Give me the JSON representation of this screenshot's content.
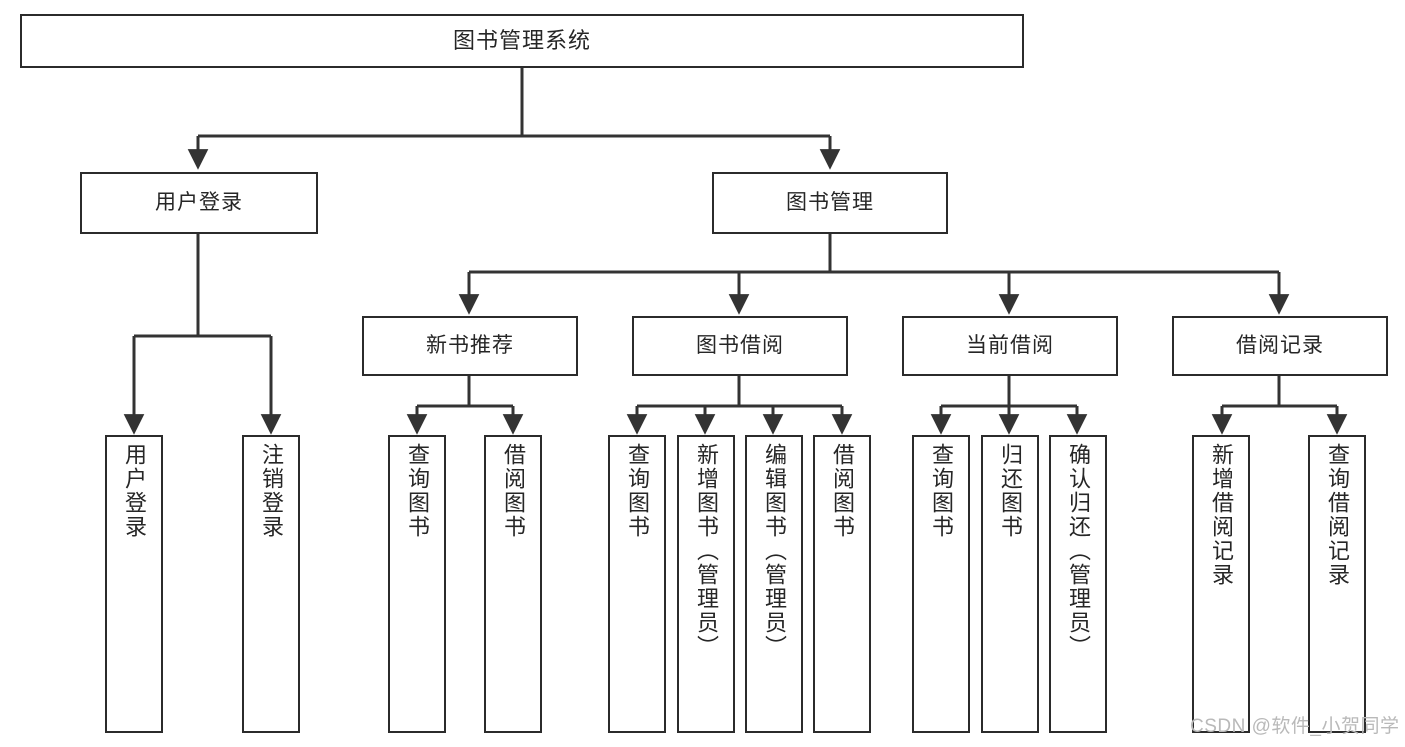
{
  "diagram": {
    "title": "图书管理系统",
    "type": "hierarchy-tree",
    "watermark": "CSDN @软件_小贺同学",
    "colors": {
      "box_border": "#2b2b2b",
      "box_fill": "#ffffff",
      "connector": "#333333",
      "text": "#262626",
      "watermark": "#b9b9b9"
    },
    "nodes": {
      "root": {
        "label": "图书管理系统"
      },
      "level2": [
        {
          "label": "用户登录"
        },
        {
          "label": "图书管理"
        }
      ],
      "level3": [
        {
          "label": "新书推荐"
        },
        {
          "label": "图书借阅"
        },
        {
          "label": "当前借阅"
        },
        {
          "label": "借阅记录"
        }
      ],
      "leaves_user_login": [
        {
          "label": "用户登录"
        },
        {
          "label": "注销登录"
        }
      ],
      "leaves_new_book": [
        {
          "label": "查询图书"
        },
        {
          "label": "借阅图书"
        }
      ],
      "leaves_borrow": [
        {
          "label": "查询图书"
        },
        {
          "label": "新增图书（管理员）"
        },
        {
          "label": "编辑图书（管理员）"
        },
        {
          "label": "借阅图书"
        }
      ],
      "leaves_current": [
        {
          "label": "查询图书"
        },
        {
          "label": "归还图书"
        },
        {
          "label": "确认归还（管理员）"
        }
      ],
      "leaves_record": [
        {
          "label": "新增借阅记录"
        },
        {
          "label": "查询借阅记录"
        }
      ]
    }
  }
}
